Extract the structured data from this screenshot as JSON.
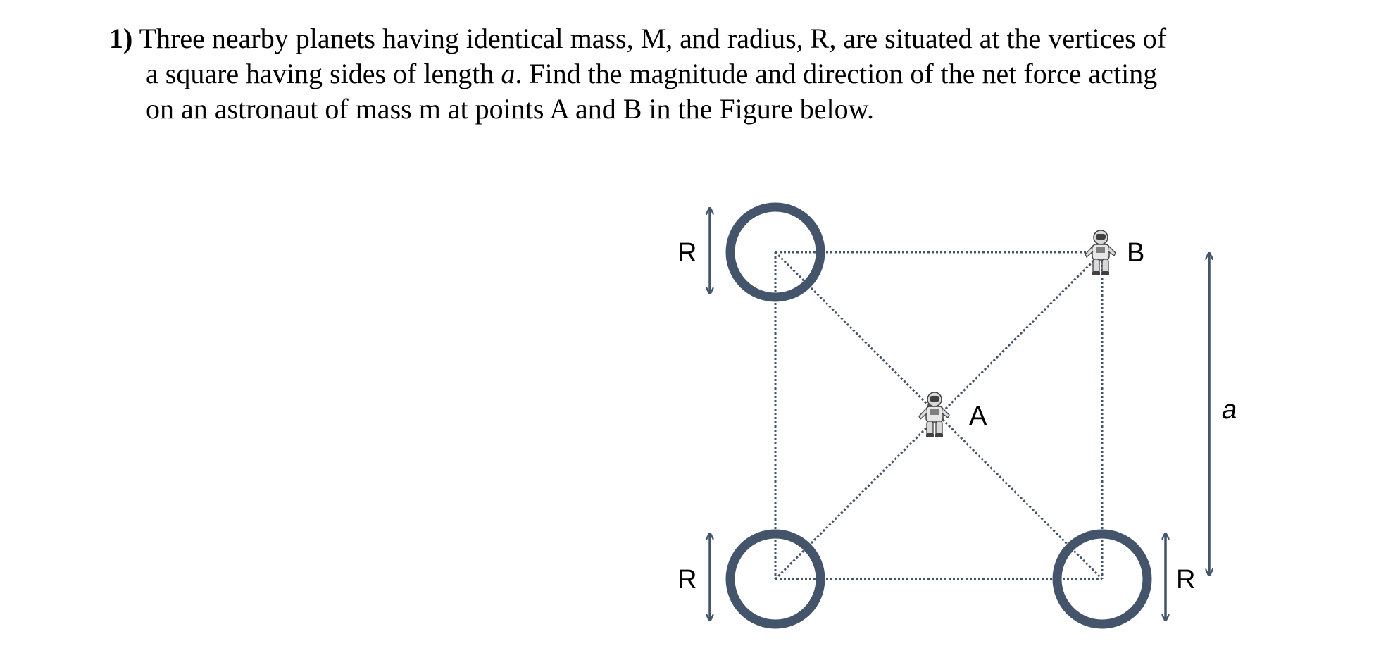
{
  "problem": {
    "number": "1)",
    "line1_text": "Three nearby planets having identical mass, M, and radius, R, are situated at the vertices of",
    "line2_pre": "a square having sides of length ",
    "line2_var": "a",
    "line2_post": ". Find the magnitude and direction of the net force acting",
    "line3_text": "on an astronaut of mass m at points A and B in the Figure below."
  },
  "figure": {
    "label_radius": "R",
    "label_point_a": "A",
    "label_point_b": "B",
    "label_side": "a",
    "colors": {
      "planet": "#44546a",
      "dotted_line": "#44546a",
      "arrow": "#44546a",
      "astronaut_suit": "#d9d9d9",
      "astronaut_detail": "#404040"
    }
  }
}
